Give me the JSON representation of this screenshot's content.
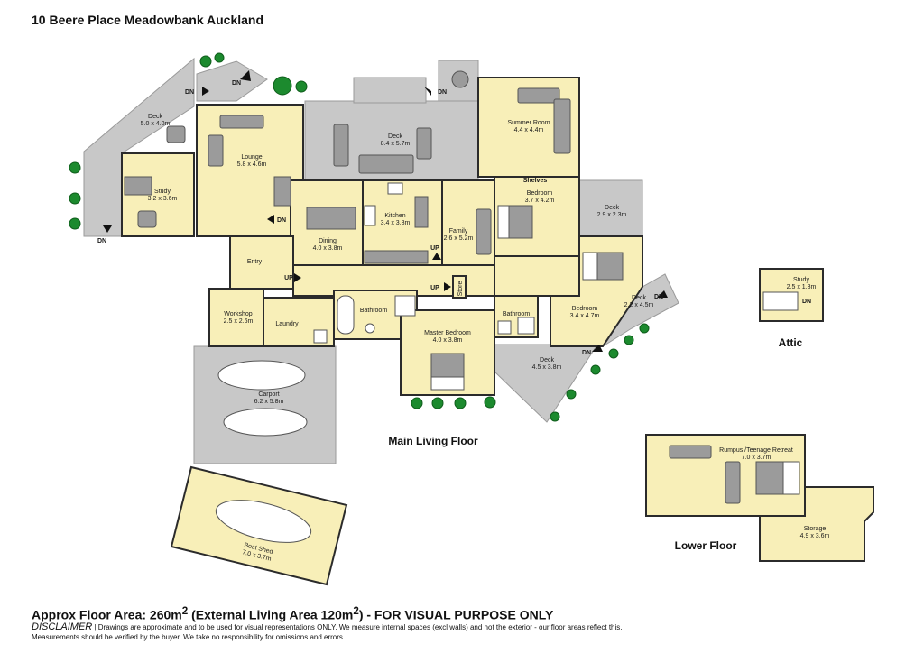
{
  "title": "10 Beere Place Meadowbank Auckland",
  "footer": {
    "area_prefix": "Approx Floor Area: 260m",
    "area_mid": " (External Living Area 120m",
    "area_suffix": ") - FOR VISUAL PURPOSE ONLY",
    "sup": "2",
    "disclaimer_heading": "DISCLAIMER",
    "disclaimer_text": " | Drawings are approximate and to be used for visual representations ONLY. We measure internal spaces (excl walls) and not the exterior - our floor areas reflect this.",
    "disclaimer_line2": "Measurements should be verified by the buyer. We take no responsibility for omissions and errors."
  },
  "floors": {
    "main": "Main Living Floor",
    "lower": "Lower Floor",
    "attic": "Attic"
  },
  "rooms": {
    "deck_left": {
      "name": "Deck",
      "dim": "5.0 x 4.0m"
    },
    "study": {
      "name": "Study",
      "dim": "3.2 x 3.6m"
    },
    "lounge": {
      "name": "Lounge",
      "dim": "5.8 x 4.6m"
    },
    "deck_top": {
      "name": "Deck",
      "dim": "8.4 x 5.7m"
    },
    "summer_room": {
      "name": "Summer Room",
      "dim": "4.4 x 4.4m"
    },
    "kitchen": {
      "name": "Kitchen",
      "dim": "3.4 x 3.8m"
    },
    "dining": {
      "name": "Dining",
      "dim": "4.0 x 3.8m"
    },
    "family": {
      "name": "Family",
      "dim": "2.6 x 5.2m"
    },
    "bedroom1": {
      "name": "Bedroom",
      "dim": "3.7 x 4.2m"
    },
    "deck_right": {
      "name": "Deck",
      "dim": "2.9 x 2.3m"
    },
    "bedroom2": {
      "name": "Bedroom",
      "dim": "3.4 x 4.7m"
    },
    "deck_br": {
      "name": "Deck",
      "dim": "2.2 x 4.5m"
    },
    "entry": {
      "name": "Entry"
    },
    "workshop": {
      "name": "Workshop",
      "dim": "2.5 x 2.6m"
    },
    "laundry": {
      "name": "Laundry"
    },
    "bathroom1": {
      "name": "Bathroom"
    },
    "bathroom2": {
      "name": "Bathroom"
    },
    "store": {
      "name": "Store"
    },
    "master": {
      "name": "Master Bedroom",
      "dim": "4.0 x 3.8m"
    },
    "deck_bottom": {
      "name": "Deck",
      "dim": "4.5 x 3.8m"
    },
    "carport": {
      "name": "Carport",
      "dim": "6.2 x 5.8m"
    },
    "boat_shed": {
      "name": "Boat Shed",
      "dim": "7.0 x 3.7m"
    },
    "attic_study": {
      "name": "Study",
      "dim": "2.5 x 1.8m"
    },
    "rumpus": {
      "name": "Rumpus /Teenage Retreat",
      "dim": "7.0 x 3.7m"
    },
    "storage": {
      "name": "Storage",
      "dim": "4.9 x 3.6m"
    }
  },
  "markers": {
    "dn": "DN",
    "up": "UP",
    "shelves": "Shelves"
  },
  "colors": {
    "room_fill": "#f8efb8",
    "deck_fill": "#c8c8c8",
    "tree": "#1c8a2e",
    "wall": "#2b2b2b"
  }
}
